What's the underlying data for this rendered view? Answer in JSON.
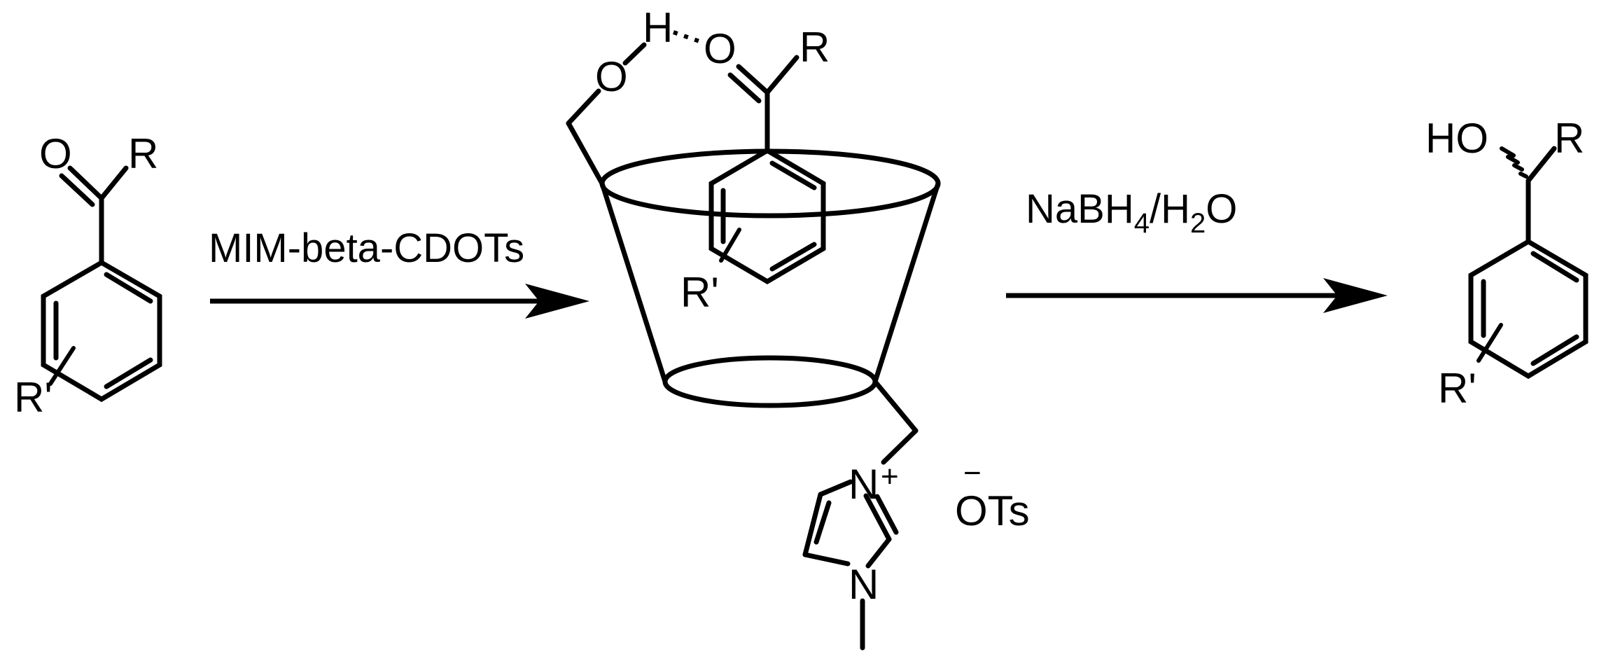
{
  "reactant": {
    "oxygen": "O",
    "r": "R",
    "r_prime": "R'"
  },
  "arrow1": {
    "reagent": "MIM-beta-CDOTs"
  },
  "complex": {
    "hydroxyl_o": "O",
    "hydroxyl_h": "H",
    "carbonyl_o": "O",
    "r": "R",
    "r_prime": "R'",
    "n_plus": "N",
    "plus_sign": "+",
    "n_methyl": "N",
    "counterion": "OTs",
    "minus_sign": "−"
  },
  "arrow2": {
    "reagent_part1": "NaBH",
    "sub1": "4",
    "reagent_part2": "/H",
    "sub2": "2",
    "reagent_part3": "O"
  },
  "product": {
    "hydroxyl": "HO",
    "r": "R",
    "r_prime": "R'"
  }
}
